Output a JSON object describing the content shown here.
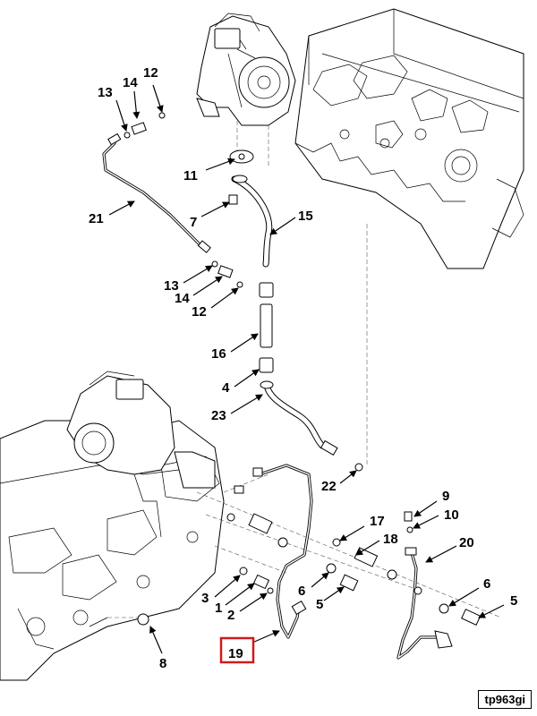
{
  "figure_id": "tp963gi",
  "highlighted_callout": "19",
  "callouts": [
    {
      "id": "c12a",
      "text": "12"
    },
    {
      "id": "c14a",
      "text": "14"
    },
    {
      "id": "c13a",
      "text": "13"
    },
    {
      "id": "c11",
      "text": "11"
    },
    {
      "id": "c21",
      "text": "21"
    },
    {
      "id": "c7",
      "text": "7"
    },
    {
      "id": "c15",
      "text": "15"
    },
    {
      "id": "c13b",
      "text": "13"
    },
    {
      "id": "c14b",
      "text": "14"
    },
    {
      "id": "c12b",
      "text": "12"
    },
    {
      "id": "c16",
      "text": "16"
    },
    {
      "id": "c4",
      "text": "4"
    },
    {
      "id": "c23",
      "text": "23"
    },
    {
      "id": "c22",
      "text": "22"
    },
    {
      "id": "c9",
      "text": "9"
    },
    {
      "id": "c10",
      "text": "10"
    },
    {
      "id": "c17",
      "text": "17"
    },
    {
      "id": "c18",
      "text": "18"
    },
    {
      "id": "c20",
      "text": "20"
    },
    {
      "id": "c6a",
      "text": "6"
    },
    {
      "id": "c6b",
      "text": "6"
    },
    {
      "id": "c3",
      "text": "3"
    },
    {
      "id": "c1",
      "text": "1"
    },
    {
      "id": "c2",
      "text": "2"
    },
    {
      "id": "c5a",
      "text": "5"
    },
    {
      "id": "c5b",
      "text": "5"
    },
    {
      "id": "c19",
      "text": "19"
    },
    {
      "id": "c8",
      "text": "8"
    }
  ]
}
